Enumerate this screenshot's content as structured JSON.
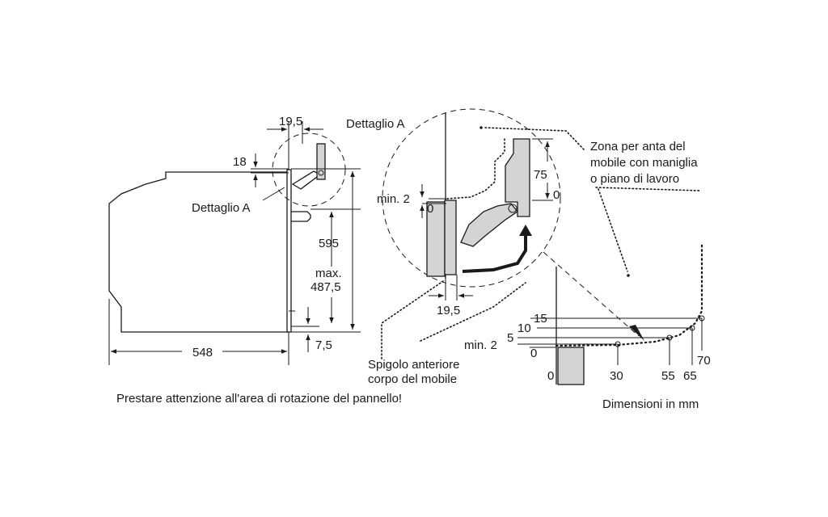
{
  "left_view": {
    "dim_top": "19,5",
    "dim_gap": "18",
    "detail_label": "Dettaglio A",
    "dim_height": "595",
    "dim_max_1": "max.",
    "dim_max_2": "487,5",
    "dim_bottom": "7,5",
    "dim_depth": "548"
  },
  "detail_view": {
    "title": "Dettaglio A",
    "dim_75": "75",
    "dim_0_right": "0",
    "dim_min2": "min. 2",
    "dim_0_left": "0",
    "dim_19_5": "19,5"
  },
  "zone_label": {
    "line1": "Zona per anta del",
    "line2": "mobile con maniglia",
    "line3": "o piano di lavoro"
  },
  "edge_label": {
    "line1": "Spigolo anteriore",
    "line2": "corpo del mobile"
  },
  "rotation_view": {
    "v_15": "15",
    "v_10": "10",
    "v_5": "5",
    "v_min2": "min. 2",
    "v_0": "0",
    "h_0": "0",
    "h_30": "30",
    "h_55": "55",
    "h_65": "65",
    "h_70": "70"
  },
  "notes": {
    "warning": "Prestare attenzione all'area di rotazione del pannello!",
    "units": "Dimensioni in mm"
  }
}
